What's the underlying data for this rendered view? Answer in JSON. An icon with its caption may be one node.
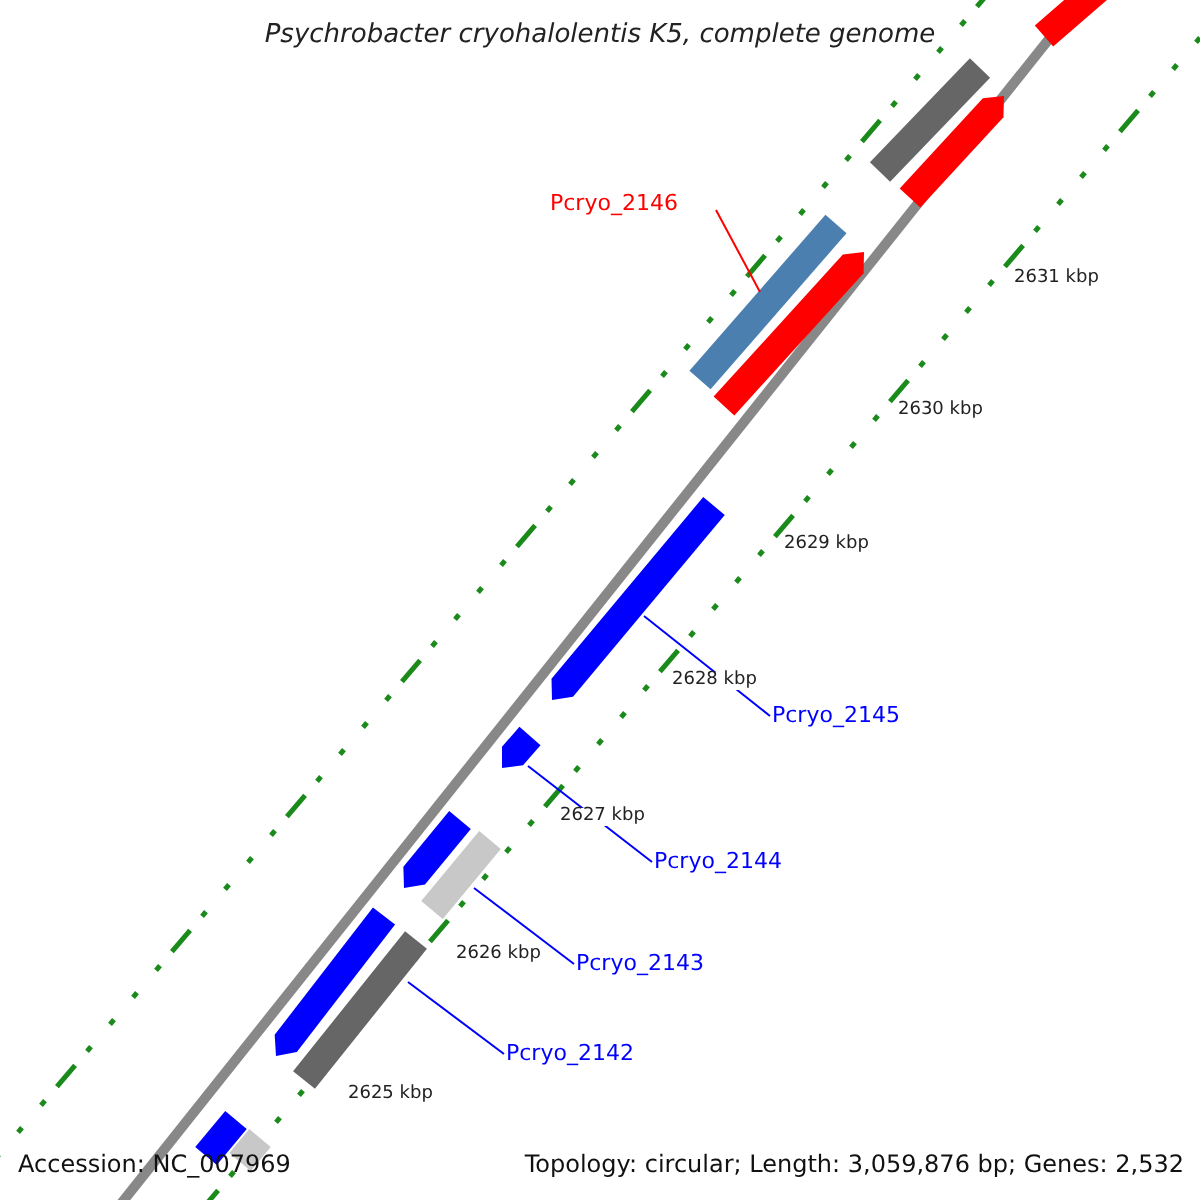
{
  "diagram": {
    "title": "Psychrobacter cryohalolentis K5, complete genome",
    "nodes": [
      {
        "text": [
          "Pcryo_2146"
        ]
      },
      {
        "text": [
          "Pcryo_2145"
        ]
      },
      {
        "text": [
          "Pcryo_2144"
        ]
      },
      {
        "text": [
          "Pcryo_2143"
        ]
      },
      {
        "text": [
          "Pcryo_2142"
        ]
      },
      {
        "text": [],
        "shape": "bar"
      },
      {
        "text": [],
        "shape": "bar"
      },
      {
        "text": [],
        "shape": "bar"
      },
      {
        "text": [],
        "shape": "bar"
      },
      {
        "text": [],
        "shape": "bar"
      },
      {
        "text": [],
        "shape": "bar"
      },
      {
        "text": [],
        "shape": "bar"
      },
      {
        "text": [],
        "shape": "bar"
      },
      {
        "text": [],
        "shape": "bar"
      },
      {
        "text": [],
        "shape": "bar"
      },
      {
        "text": [],
        "shape": "bar"
      },
      {
        "text": [],
        "shape": "bar"
      },
      {
        "text": [],
        "shape": "bar"
      }
    ],
    "edges": [
      {
        "from": 0,
        "to": 8,
        "arrow": "none",
        "color": "#ff0000"
      },
      {
        "from": 1,
        "to": 10,
        "arrow": "none"
      },
      {
        "from": 2,
        "to": 11,
        "arrow": "none"
      },
      {
        "from": 3,
        "to": 13,
        "arrow": "none"
      },
      {
        "from": 4,
        "to": 15,
        "arrow": "none"
      }
    ],
    "labels": [
      "2631 kbp",
      "2630 kbp",
      "2629 kbp",
      "2628 kbp",
      "2627 kbp",
      "2626 kbp",
      "2625 kbp",
      "Accession: NC_007969",
      "Topology: circular; Length: 3,059,876 bp; Genes: 2,532"
    ]
  }
}
